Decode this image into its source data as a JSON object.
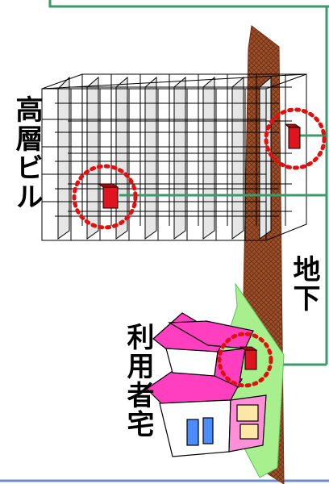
{
  "labels": {
    "building": "高層ビル",
    "underground": "地下",
    "residence": "利用者宅"
  },
  "colors": {
    "cable": "#3a9a6a",
    "device": "#e0141e",
    "marker": "#e01010",
    "ground": "#9b4f2a",
    "house_pink": "#ff3fc0",
    "lawn": "#a8f08e",
    "frame": "#6b8fc9"
  }
}
